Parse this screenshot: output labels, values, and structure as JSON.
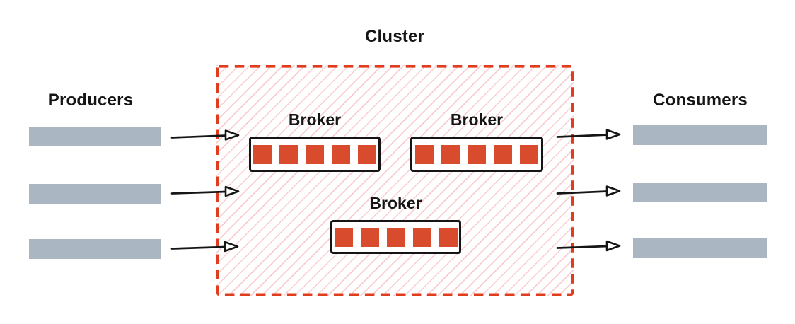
{
  "diagram": {
    "title": "Cluster",
    "producers": {
      "label": "Producers",
      "count": 3
    },
    "consumers": {
      "label": "Consumers",
      "count": 3
    },
    "brokers": [
      {
        "label": "Broker",
        "partitions": 5
      },
      {
        "label": "Broker",
        "partitions": 5
      },
      {
        "label": "Broker",
        "partitions": 5
      }
    ],
    "colors": {
      "accent_red": "#e03c1e",
      "partition_red": "#d84b2d",
      "bar_gray": "#aab6c1",
      "hatch_pink": "#f8cdd2",
      "line_black": "#151515"
    }
  }
}
